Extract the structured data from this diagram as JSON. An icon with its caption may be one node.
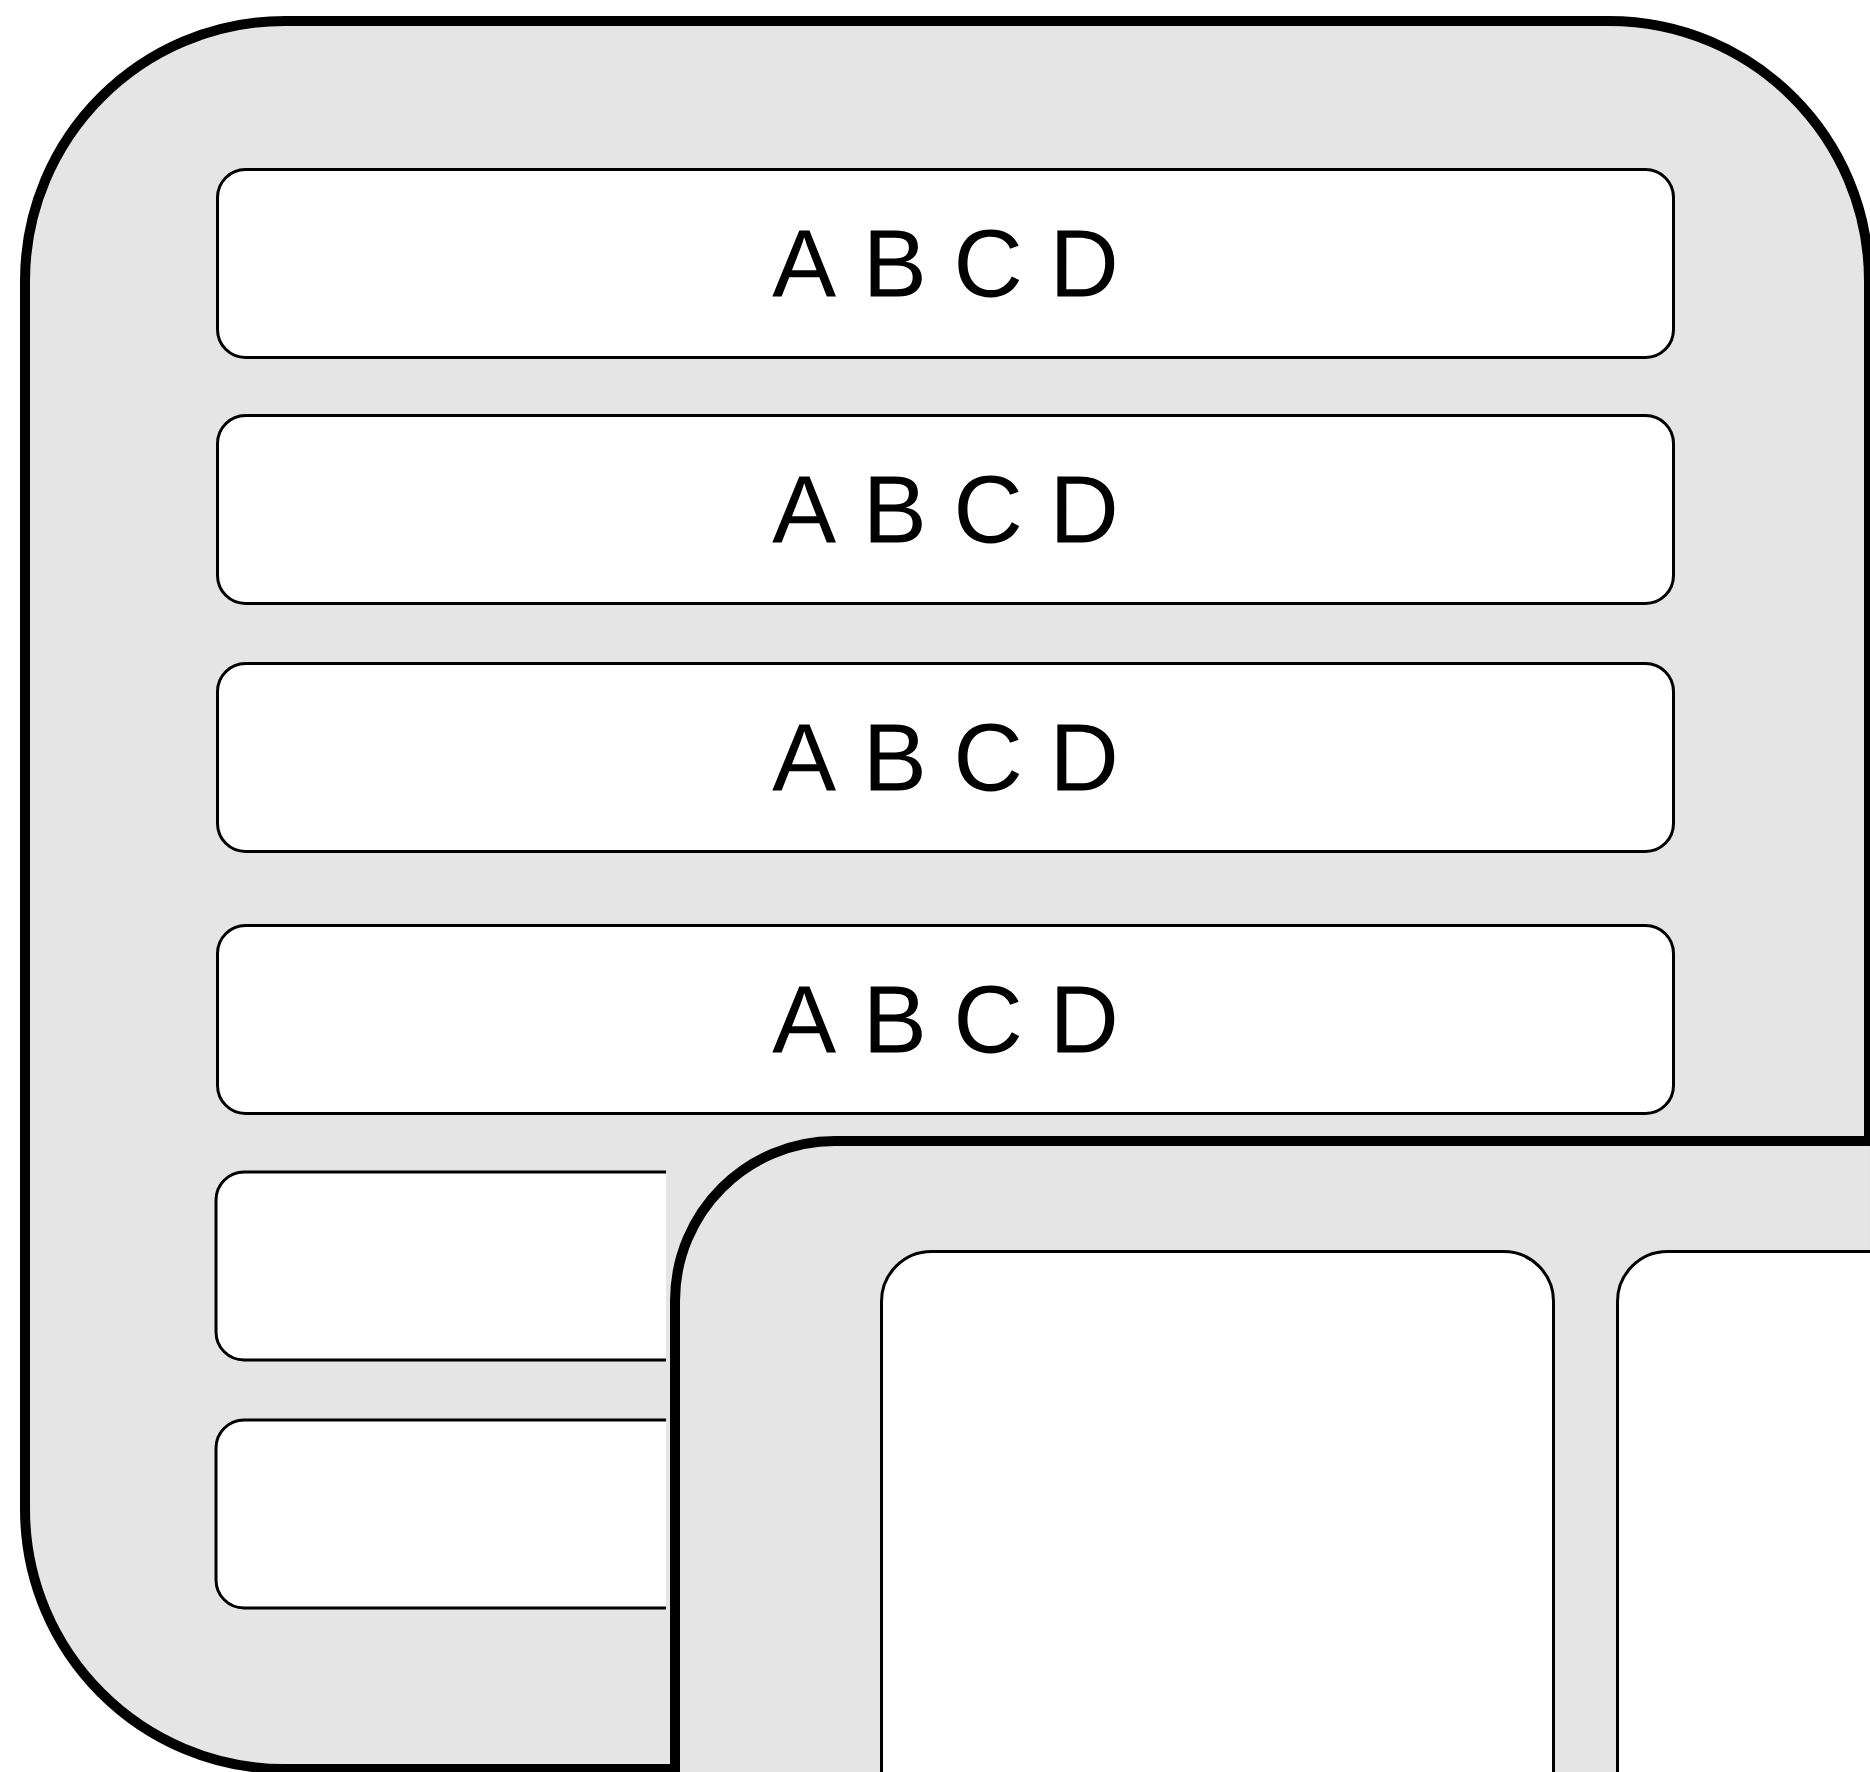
{
  "diagram": {
    "nodes": [
      {
        "text": [],
        "shape": "box"
      },
      {
        "text": [
          "A B C D"
        ],
        "in": 0
      },
      {
        "text": [
          "A B C D"
        ],
        "in": 0
      },
      {
        "text": [
          "A B C D"
        ],
        "in": 0
      },
      {
        "text": [
          "A B C D"
        ],
        "in": 0
      },
      {
        "text": [],
        "shape": "box",
        "in": 0
      },
      {
        "text": [],
        "shape": "box",
        "in": 0
      },
      {
        "text": [],
        "shape": "box"
      },
      {
        "text": [],
        "shape": "box",
        "in": 7
      },
      {
        "text": [],
        "shape": "box",
        "in": 7
      }
    ]
  }
}
